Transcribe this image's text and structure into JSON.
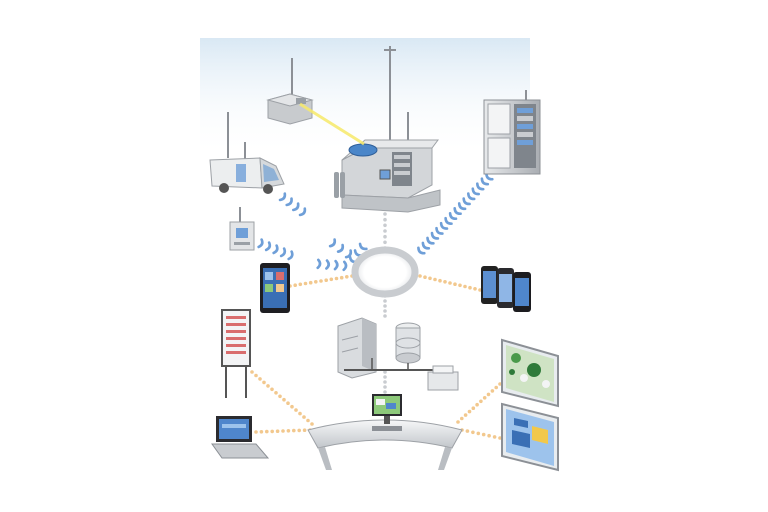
{
  "diagram": {
    "colors": {
      "background": "#ffffff",
      "sky_tint": "#d9e8f4",
      "wifi_signal": "#6f9fd8",
      "wired_link": "#f2c88e",
      "hub_ring": "#c9ccd0",
      "station_gray": "#b7bbc0",
      "solar_panel": "#4a86c9",
      "laser_beam": "#f7ea6a"
    },
    "nodes": [
      {
        "id": "monitoring-station-main",
        "icon": "monitoring-station-icon"
      },
      {
        "id": "rooftop-station",
        "icon": "rooftop-station-icon"
      },
      {
        "id": "mobile-lab-van",
        "icon": "monitoring-van-icon"
      },
      {
        "id": "field-sensor-box",
        "icon": "sensor-box-icon"
      },
      {
        "id": "analyzer-cabinet",
        "icon": "analyzer-cabinet-icon"
      },
      {
        "id": "tablet",
        "icon": "tablet-icon"
      },
      {
        "id": "smartphones",
        "icon": "smartphone-icon"
      },
      {
        "id": "central-hub",
        "icon": "network-ring-icon"
      },
      {
        "id": "server-cluster",
        "icon": "server-database-icon"
      },
      {
        "id": "display-board",
        "icon": "display-board-icon"
      },
      {
        "id": "laptop",
        "icon": "laptop-icon"
      },
      {
        "id": "control-desk",
        "icon": "control-desk-icon"
      },
      {
        "id": "gis-map-screen",
        "icon": "map-screen-icon"
      },
      {
        "id": "3d-model-screen",
        "icon": "3d-model-screen-icon"
      }
    ]
  }
}
